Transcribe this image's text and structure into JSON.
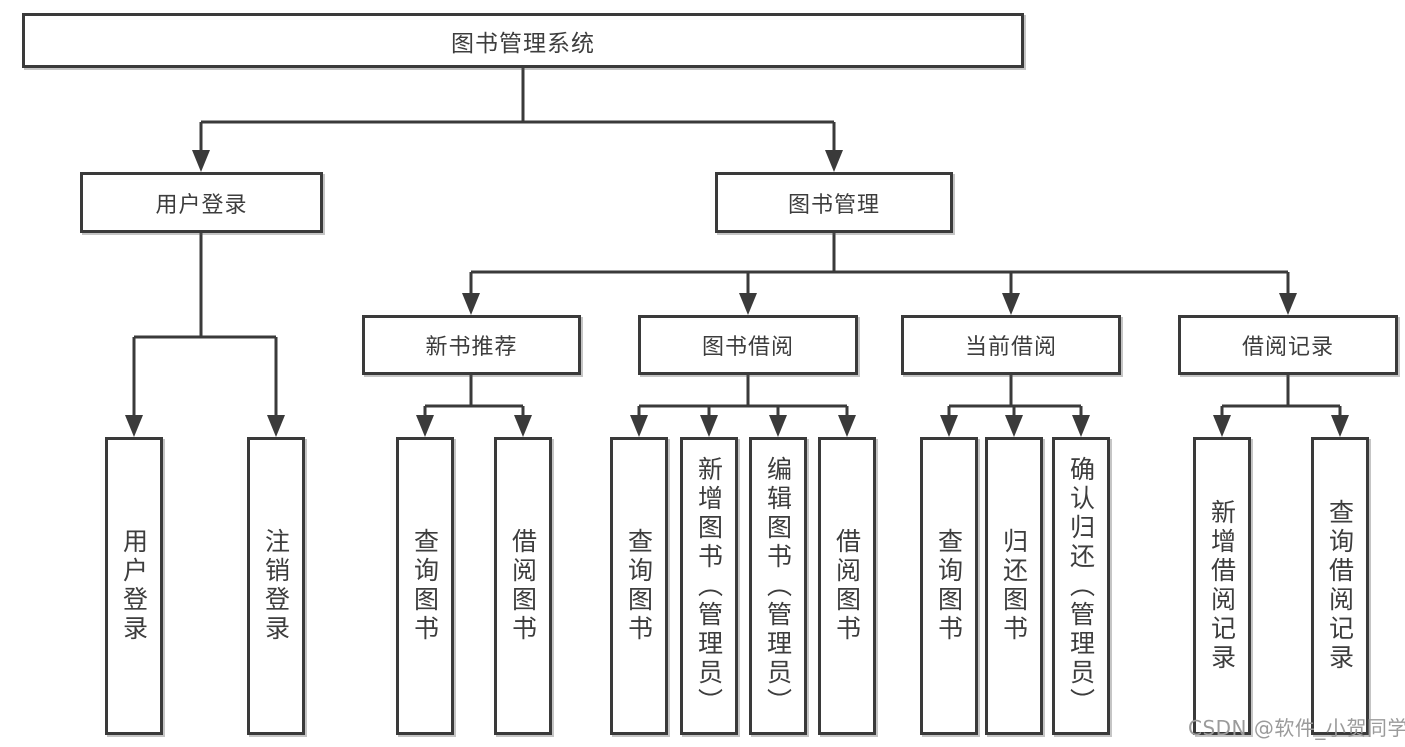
{
  "tree": {
    "label": "图书管理系统",
    "children": [
      {
        "label": "用户登录",
        "children": [
          {
            "label": "用户登录"
          },
          {
            "label": "注销登录"
          }
        ]
      },
      {
        "label": "图书管理",
        "children": [
          {
            "label": "新书推荐",
            "children": [
              {
                "label": "查询图书"
              },
              {
                "label": "借阅图书"
              }
            ]
          },
          {
            "label": "图书借阅",
            "children": [
              {
                "label": "查询图书"
              },
              {
                "label": "新增图书（管理员）"
              },
              {
                "label": "编辑图书（管理员）"
              },
              {
                "label": "借阅图书"
              }
            ]
          },
          {
            "label": "当前借阅",
            "children": [
              {
                "label": "查询图书"
              },
              {
                "label": "归还图书"
              },
              {
                "label": "确认归还（管理员）"
              }
            ]
          },
          {
            "label": "借阅记录",
            "children": [
              {
                "label": "新增借阅记录"
              },
              {
                "label": "查询借阅记录"
              }
            ]
          }
        ]
      }
    ]
  },
  "watermark": {
    "text": "CSDN @软件_小贺同学"
  },
  "colors": {
    "line": "#3a3a3a",
    "box_border": "#3a3a3a",
    "text": "#3d3d3d",
    "background": "#ffffff",
    "watermark": "#9b9b9b"
  }
}
